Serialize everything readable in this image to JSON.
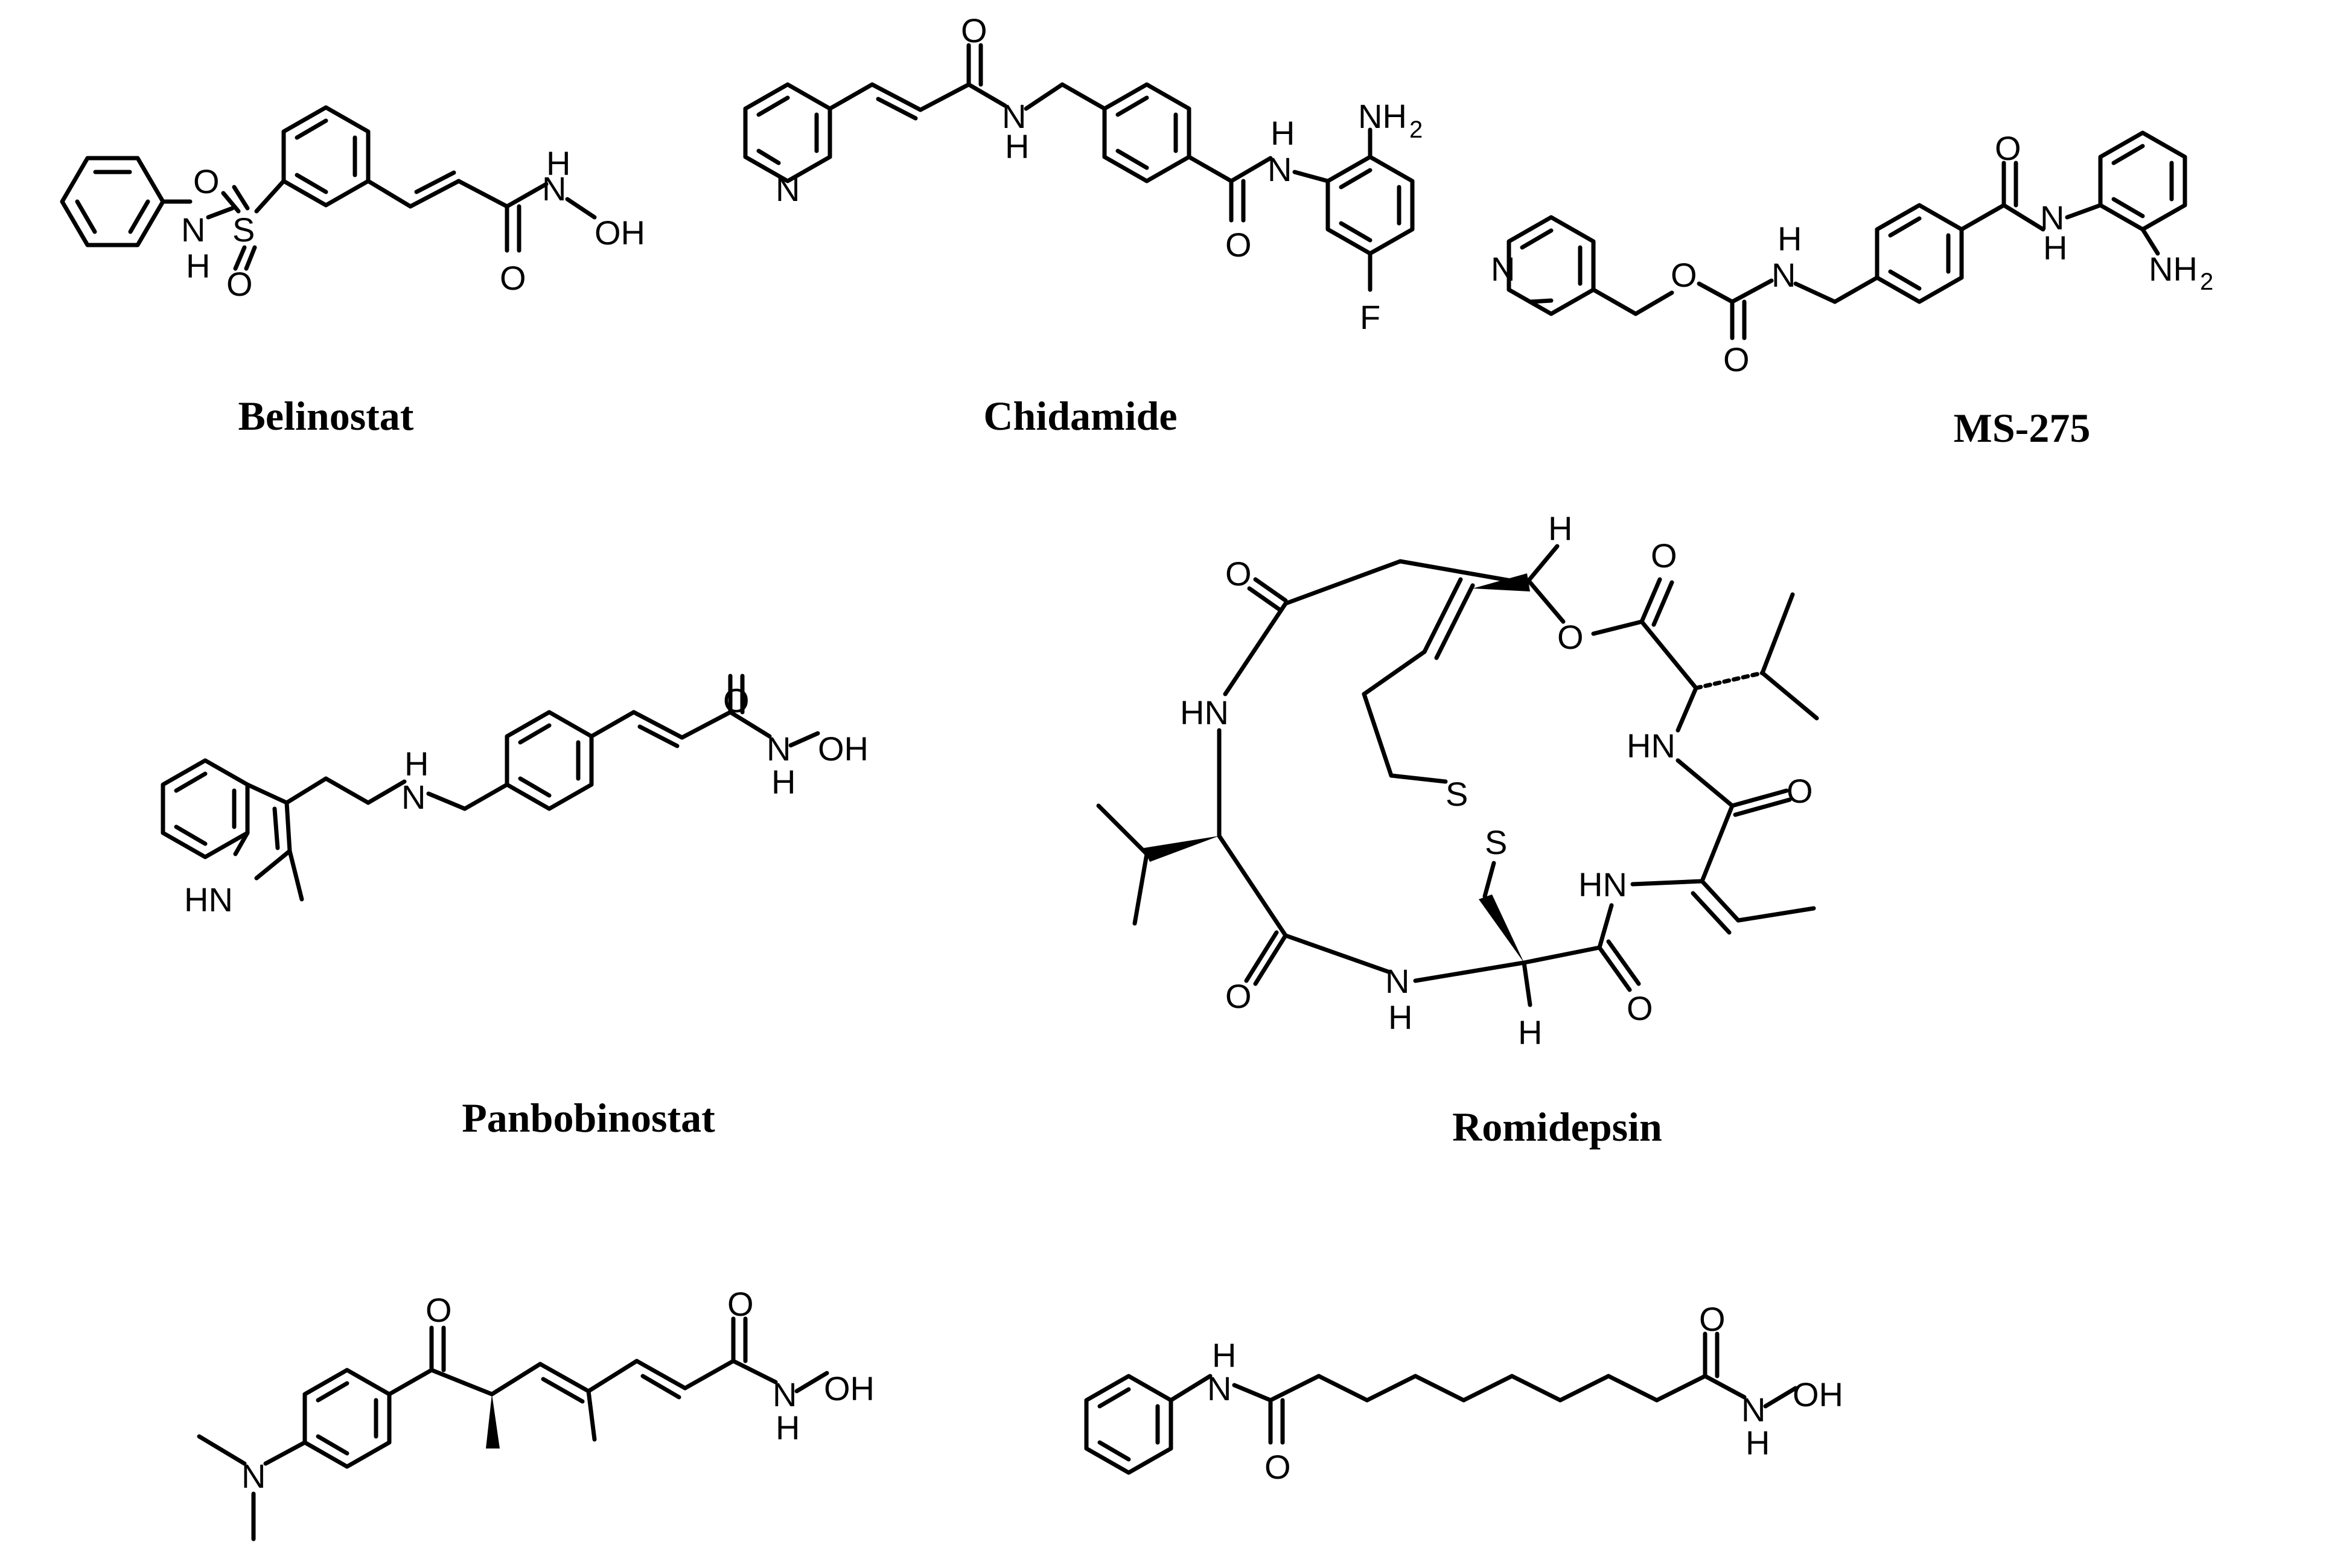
{
  "compounds": {
    "belinostat": {
      "name": "Belinostat"
    },
    "chidamide": {
      "name": "Chidamide"
    },
    "ms275": {
      "name": "MS-275"
    },
    "panobinostat": {
      "name": "Panbobinostat"
    },
    "romidepsin": {
      "name": "Romidepsin"
    },
    "trichostatin": {
      "name": ""
    },
    "saha": {
      "name": ""
    }
  },
  "colors": {
    "ink": "#000000",
    "background": "#ffffff"
  }
}
